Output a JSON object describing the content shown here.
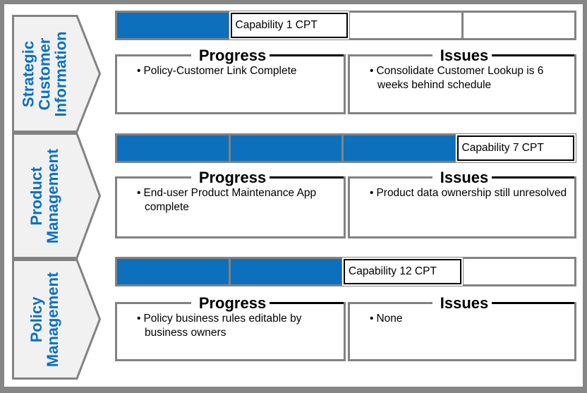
{
  "colors": {
    "accent_blue": "#0d70bc",
    "border_gray": "#828282",
    "chevron_fill": "#f1f1f1",
    "chevron_text_blue": "#0c70c2",
    "title_line_black": "#000000"
  },
  "rows": [
    {
      "chevron_label": "Strategic\nCustomer\nInformation",
      "bar": {
        "segments": [
          "filled",
          "label",
          "empty",
          "empty"
        ],
        "capability_label": "Capability 1 CPT"
      },
      "progress": {
        "title": "Progress",
        "items": [
          "Policy-Customer Link Complete"
        ]
      },
      "issues": {
        "title": "Issues",
        "items": [
          "Consolidate Customer Lookup is 6 weeks behind schedule"
        ]
      }
    },
    {
      "chevron_label": "Product\nManagement",
      "bar": {
        "segments": [
          "filled",
          "filled",
          "filled",
          "label"
        ],
        "capability_label": "Capability 7 CPT"
      },
      "progress": {
        "title": "Progress",
        "items": [
          "End-user Product Maintenance App complete"
        ]
      },
      "issues": {
        "title": "Issues",
        "items": [
          "Product data ownership still unresolved"
        ]
      }
    },
    {
      "chevron_label": "Policy\nManagement",
      "bar": {
        "segments": [
          "filled",
          "filled",
          "label",
          "empty"
        ],
        "capability_label": "Capability 12 CPT"
      },
      "progress": {
        "title": "Progress",
        "items": [
          "Policy business rules editable by business owners"
        ]
      },
      "issues": {
        "title": "Issues",
        "items": [
          "None"
        ]
      }
    }
  ]
}
